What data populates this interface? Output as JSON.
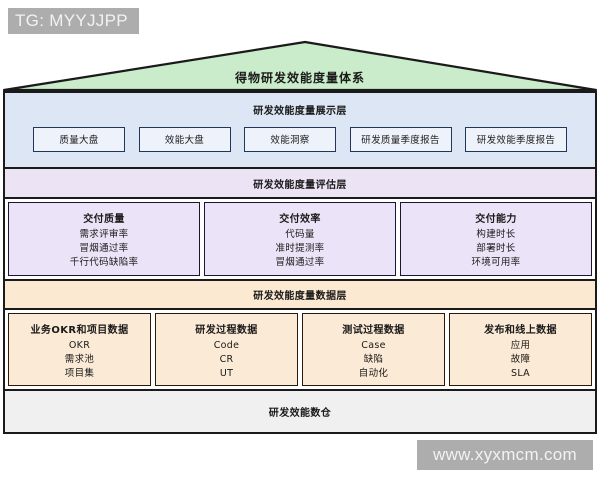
{
  "watermarks": {
    "top": "TG: MYYJJPP",
    "bottom": "www.xyxmcm.com"
  },
  "colors": {
    "roof_fill": "#caeccb",
    "presentation_bg": "#dce6f4",
    "evaluation_bg": "#ece3f5",
    "data_bg": "#fbe9d2",
    "warehouse_bg": "#f0f0f0",
    "outline": "#1a1a1a"
  },
  "roof": {
    "title": "得物研发效能度量体系"
  },
  "presentation_layer": {
    "title": "研发效能度量展示层",
    "boxes": [
      {
        "label": "质量大盘",
        "width": "short"
      },
      {
        "label": "效能大盘",
        "width": "short"
      },
      {
        "label": "效能洞察",
        "width": "short"
      },
      {
        "label": "研发质量季度报告",
        "width": "long"
      },
      {
        "label": "研发效能季度报告",
        "width": "long"
      }
    ]
  },
  "evaluation_layer": {
    "title": "研发效能度量评估层",
    "columns": [
      {
        "heading": "交付质量",
        "items": [
          "需求评审率",
          "冒烟通过率",
          "千行代码缺陷率"
        ]
      },
      {
        "heading": "交付效率",
        "items": [
          "代码量",
          "准时提测率",
          "冒烟通过率"
        ]
      },
      {
        "heading": "交付能力",
        "items": [
          "构建时长",
          "部署时长",
          "环境可用率"
        ]
      }
    ]
  },
  "data_layer": {
    "title": "研发效能度量数据层",
    "columns": [
      {
        "heading": "业务OKR和项目数据",
        "items": [
          "OKR",
          "需求池",
          "项目集"
        ]
      },
      {
        "heading": "研发过程数据",
        "items": [
          "Code",
          "CR",
          "UT"
        ]
      },
      {
        "heading": "测试过程数据",
        "items": [
          "Case",
          "缺陷",
          "自动化"
        ]
      },
      {
        "heading": "发布和线上数据",
        "items": [
          "应用",
          "故障",
          "SLA"
        ]
      }
    ]
  },
  "warehouse_layer": {
    "title": "研发效能数仓"
  }
}
